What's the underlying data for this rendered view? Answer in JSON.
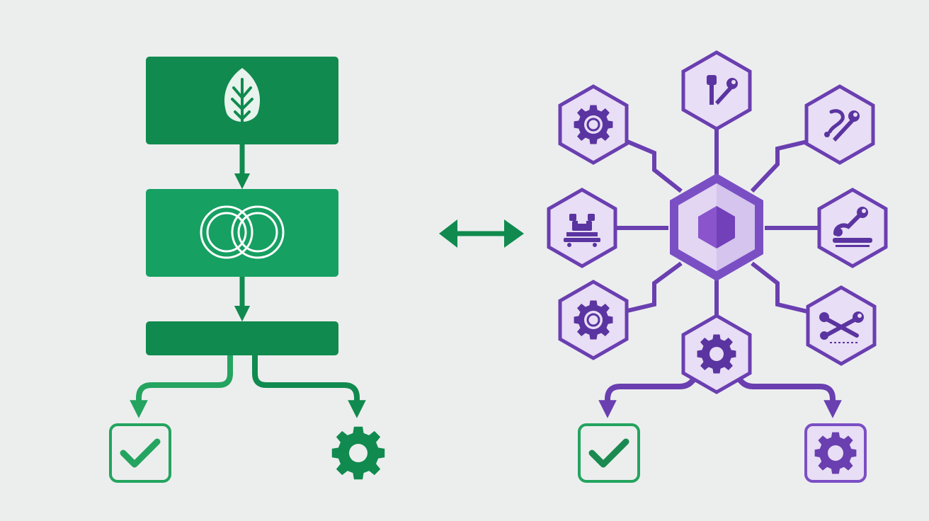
{
  "colors": {
    "background": "#eceeee",
    "green_dark": "#108a4e",
    "green_mid": "#16a062",
    "green_line": "#1a8a50",
    "green_check": "#24a45f",
    "purple_dark": "#6a3fb0",
    "purple_mid": "#7b4fc4",
    "purple_fill": "#e2d6f3",
    "purple_core": "#9a6ad6",
    "white_icon": "#ffffff"
  },
  "pipeline": {
    "stages": [
      {
        "name": "leaf-stage",
        "icon": "leaf-icon"
      },
      {
        "name": "merge-stage",
        "icon": "interlocking-rings-icon"
      },
      {
        "name": "branch-stage",
        "icon": ""
      }
    ],
    "outcomes": [
      {
        "name": "success",
        "icon": "checkmark-icon"
      },
      {
        "name": "configure",
        "icon": "gear-icon"
      }
    ]
  },
  "connector": {
    "icon": "bidirectional-arrow-icon"
  },
  "hub": {
    "center_icon": "hexagon-core-icon",
    "nodes": [
      {
        "name": "top",
        "icon": "wrench-tool-icon"
      },
      {
        "name": "top-right",
        "icon": "wrench-tool-icon"
      },
      {
        "name": "right",
        "icon": "wrench-arm-icon"
      },
      {
        "name": "bottom-right",
        "icon": "scissors-tool-icon"
      },
      {
        "name": "bottom",
        "icon": "gear-icon"
      },
      {
        "name": "bottom-left",
        "icon": "gear-icon"
      },
      {
        "name": "left",
        "icon": "machine-icon"
      },
      {
        "name": "top-left",
        "icon": "gear-icon"
      }
    ],
    "outcomes": [
      {
        "name": "success",
        "icon": "checkmark-icon"
      },
      {
        "name": "configure",
        "icon": "gear-icon"
      }
    ]
  }
}
